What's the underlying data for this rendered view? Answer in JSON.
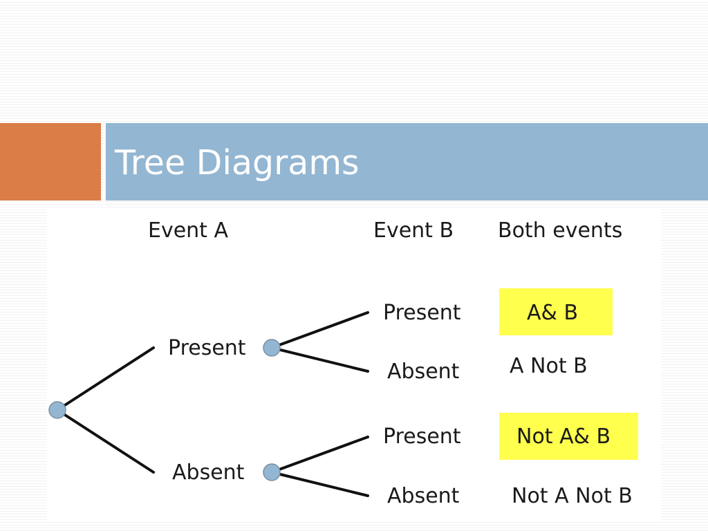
{
  "slide": {
    "title": "Tree Diagrams",
    "colors": {
      "accent_orange": "#db7d47",
      "title_bar_blue": "#93b6d2",
      "node_fill": "#93b6d2",
      "highlight_yellow": "#ffff4d"
    }
  },
  "columns": {
    "event_a": "Event A",
    "event_b": "Event B",
    "both": "Both events"
  },
  "tree": {
    "level1": {
      "present": "Present",
      "absent": "Absent"
    },
    "level2": {
      "present_present": "Present",
      "present_absent": "Absent",
      "absent_present": "Present",
      "absent_absent": "Absent"
    }
  },
  "outcomes": {
    "a_and_b": "A& B",
    "a_not_b": "A Not B",
    "not_a_and_b": "Not A& B",
    "not_a_not_b": "Not A Not B"
  }
}
